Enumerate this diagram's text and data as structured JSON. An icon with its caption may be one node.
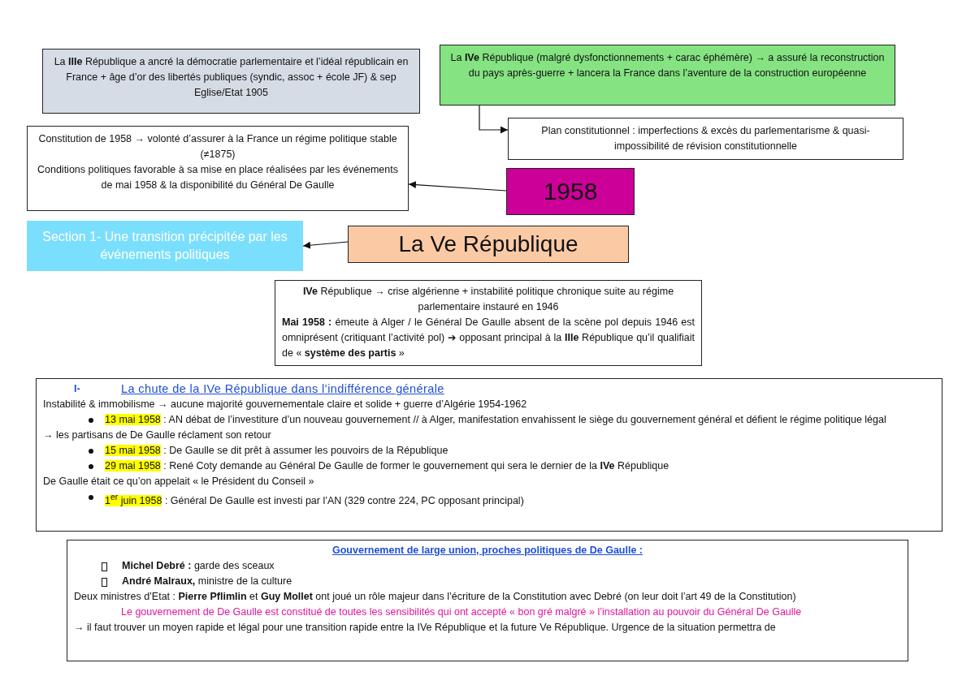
{
  "diagram": {
    "nodes": [
      {
        "text": [
          "La **IIIe** République a ancré la démocratie parlementaire et l’idéal républicain en France + âge d’or des libertés publiques (syndic, assoc + école JF) & sep Eglise/Etat 1905"
        ]
      },
      {
        "text": [
          "La **IVe** République (malgré dysfonctionnements + carac éphémère) → a assuré la reconstruction du pays après-guerre + lancera la France dans l’aventure de la construction européenne"
        ]
      },
      {
        "text": [
          "Plan constitutionnel : imperfections & excès du parlementarisme & quasi-impossibilité de révision constitutionnelle"
        ]
      },
      {
        "text": [
          "Constitution de 1958 → volonté d’assurer à la France un régime politique stable (≠1875)",
          "Conditions politiques favorable à sa mise en place réalisées par les événements de mai 1958 & la disponibilité du Général De Gaulle"
        ]
      },
      {
        "text": [
          "1958"
        ]
      },
      {
        "text": [
          "Section 1- Une transition précipitée par les événements politiques"
        ]
      },
      {
        "text": [
          "La Ve République"
        ]
      },
      {
        "text": [
          "**IVe** République → crise algérienne + instabilité politique chronique suite au régime parlementaire instauré en 1946",
          "**Mai 1958 :** émeute à Alger / le Général De Gaulle absent de la scène pol depuis 1946 est omniprésent (critiquant l’activité pol) ➔ opposant principal à la **IIIe** République qu’il qualifiait de « **système des partis** »"
        ]
      },
      {
        "text": [
          "I-",
          "La chute de la IVe République dans l’indifférence générale",
          "Instabilité & immobilisme → aucune majorité gouvernementale claire et solide + guerre d’Algérie 1954-1962",
          "13 mai 1958 : AN débat de l’investiture d’un nouveau gouvernement // à Alger, manifestation envahissent le siège du gouvernement général et défient le régime politique légal",
          "→ les partisans de De Gaulle réclament son retour",
          "15 mai 1958 : De Gaulle se dit prêt à assumer les pouvoirs de la République",
          "29 mai 1958 : René Coty demande au Général De Gaulle de former le gouvernement qui sera le dernier de la **IVe** République",
          "De Gaulle était ce qu’on appelait « le Président du Conseil »",
          "1$^{er}$ juin 1958 : Général De Gaulle est investi par l’AN (329 contre 224, PC opposant principal)"
        ]
      },
      {
        "text": [
          "Gouvernement de large union, proches politiques de De Gaulle :",
          "**Michel Debré :** garde des sceaux",
          "**André Malraux,** ministre de la culture",
          "Deux ministres d’Etat : **Pierre Pflimlin** et **Guy Mollet** ont joué un rôle majeur dans l’écriture de la Constitution avec Debré (on leur doit l’art 49 de la Constitution)",
          "Le gouvernement de De Gaulle est constitué de toutes les sensibilités qui ont accepté « bon gré malgré » l’installation au pouvoir du Général De Gaulle",
          "→ il faut trouver un moyen rapide et légal pour une transition rapide entre la IVe République et la future Ve République. Urgence de la situation permettra de"
        ]
      }
    ],
    "edges": [
      {
        "from": 1,
        "to": 2,
        "arrow": "to"
      },
      {
        "from": 4,
        "to": 3,
        "arrow": "to"
      },
      {
        "from": 6,
        "to": 5,
        "arrow": "to"
      }
    ]
  }
}
